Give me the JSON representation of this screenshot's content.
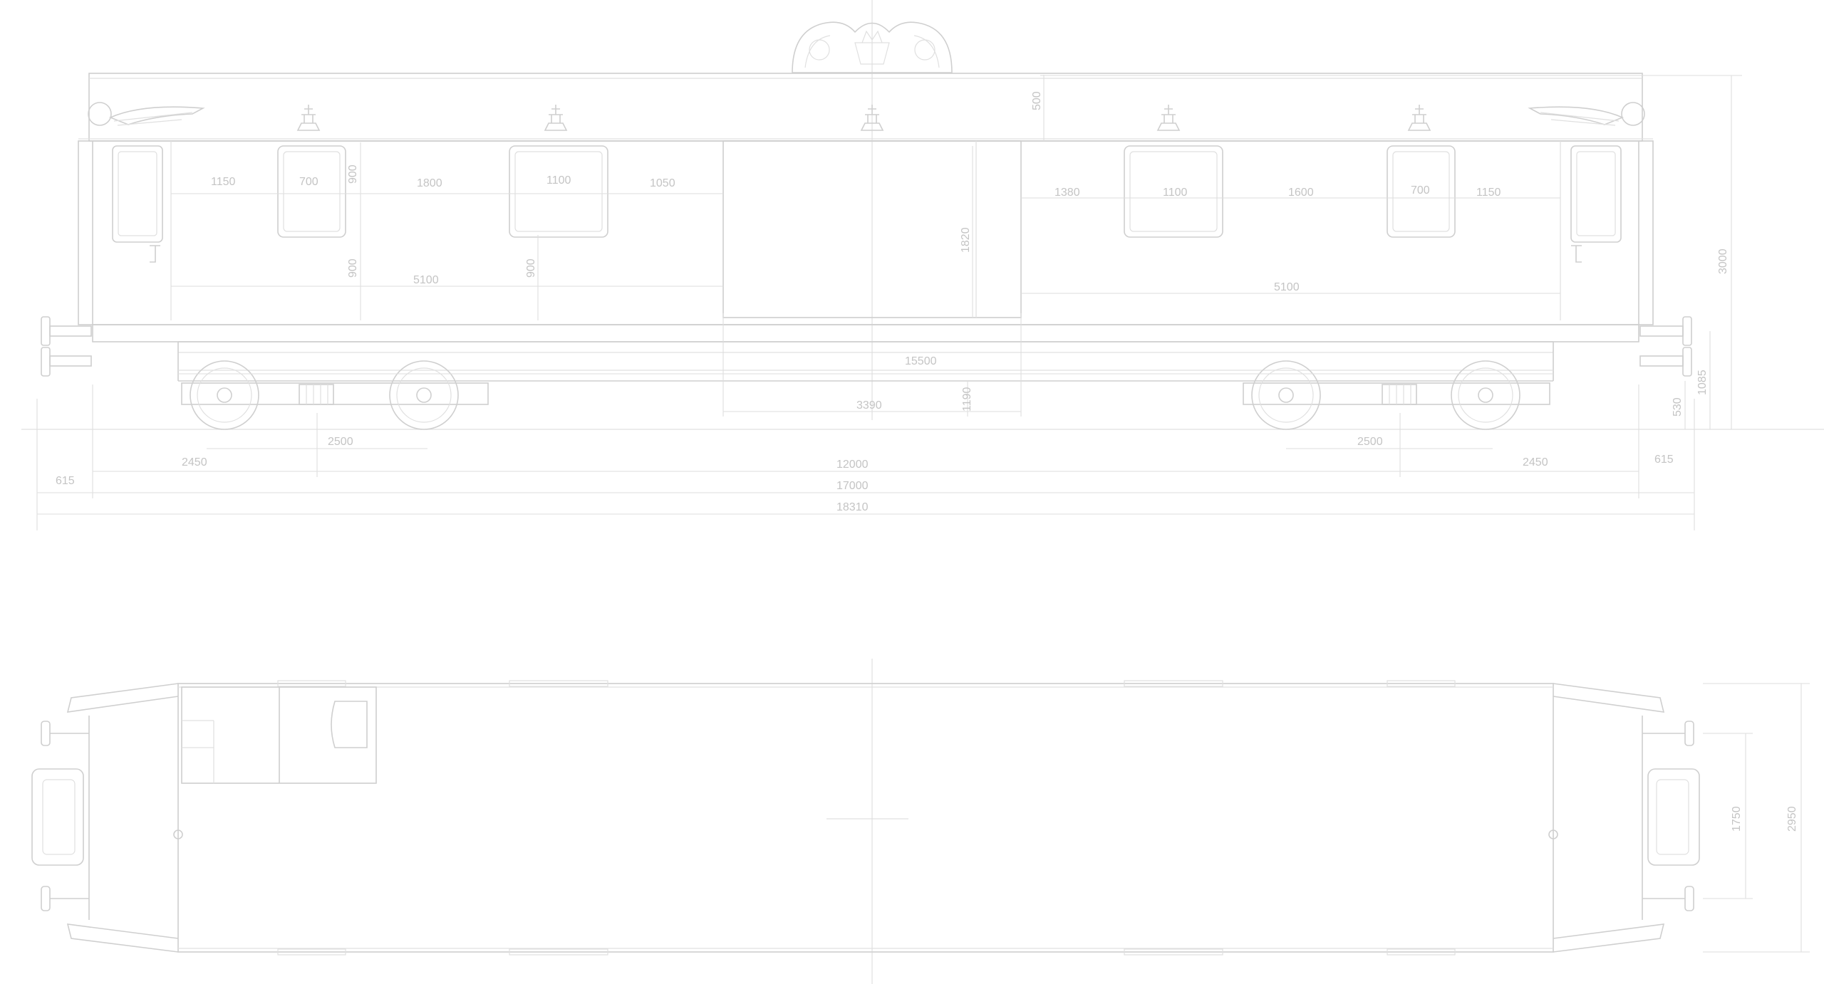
{
  "dimensions": {
    "side_view": {
      "d_1150_left": "1150",
      "d_700_left": "700",
      "d_900_top": "900",
      "d_1800": "1800",
      "d_1100_left": "1100",
      "d_1050": "1050",
      "d_1380": "1380",
      "d_1100_right": "1100",
      "d_1600": "1600",
      "d_700_right": "700",
      "d_1150_right": "1150",
      "d_500": "500",
      "d_900_lower_a": "900",
      "d_900_lower_b": "900",
      "d_5100": "5100",
      "d_5100_right": "5100",
      "d_1820": "1820",
      "d_15500": "15500",
      "d_3390": "3390",
      "d_1190": "1190",
      "d_3000": "3000",
      "d_1085": "1085",
      "d_530": "530",
      "d_2500_left": "2500",
      "d_2500_right": "2500",
      "d_2450_left": "2450",
      "d_2450_right": "2450",
      "d_12000": "12000",
      "d_615_left": "615",
      "d_615_right": "615",
      "d_17000": "17000",
      "d_18310": "18310"
    },
    "plan_view": {
      "d_1750": "1750",
      "d_2950": "2950"
    }
  },
  "colors": {
    "line": "#cfcfcf",
    "text": "#c4c4c4",
    "background": "#ffffff"
  }
}
